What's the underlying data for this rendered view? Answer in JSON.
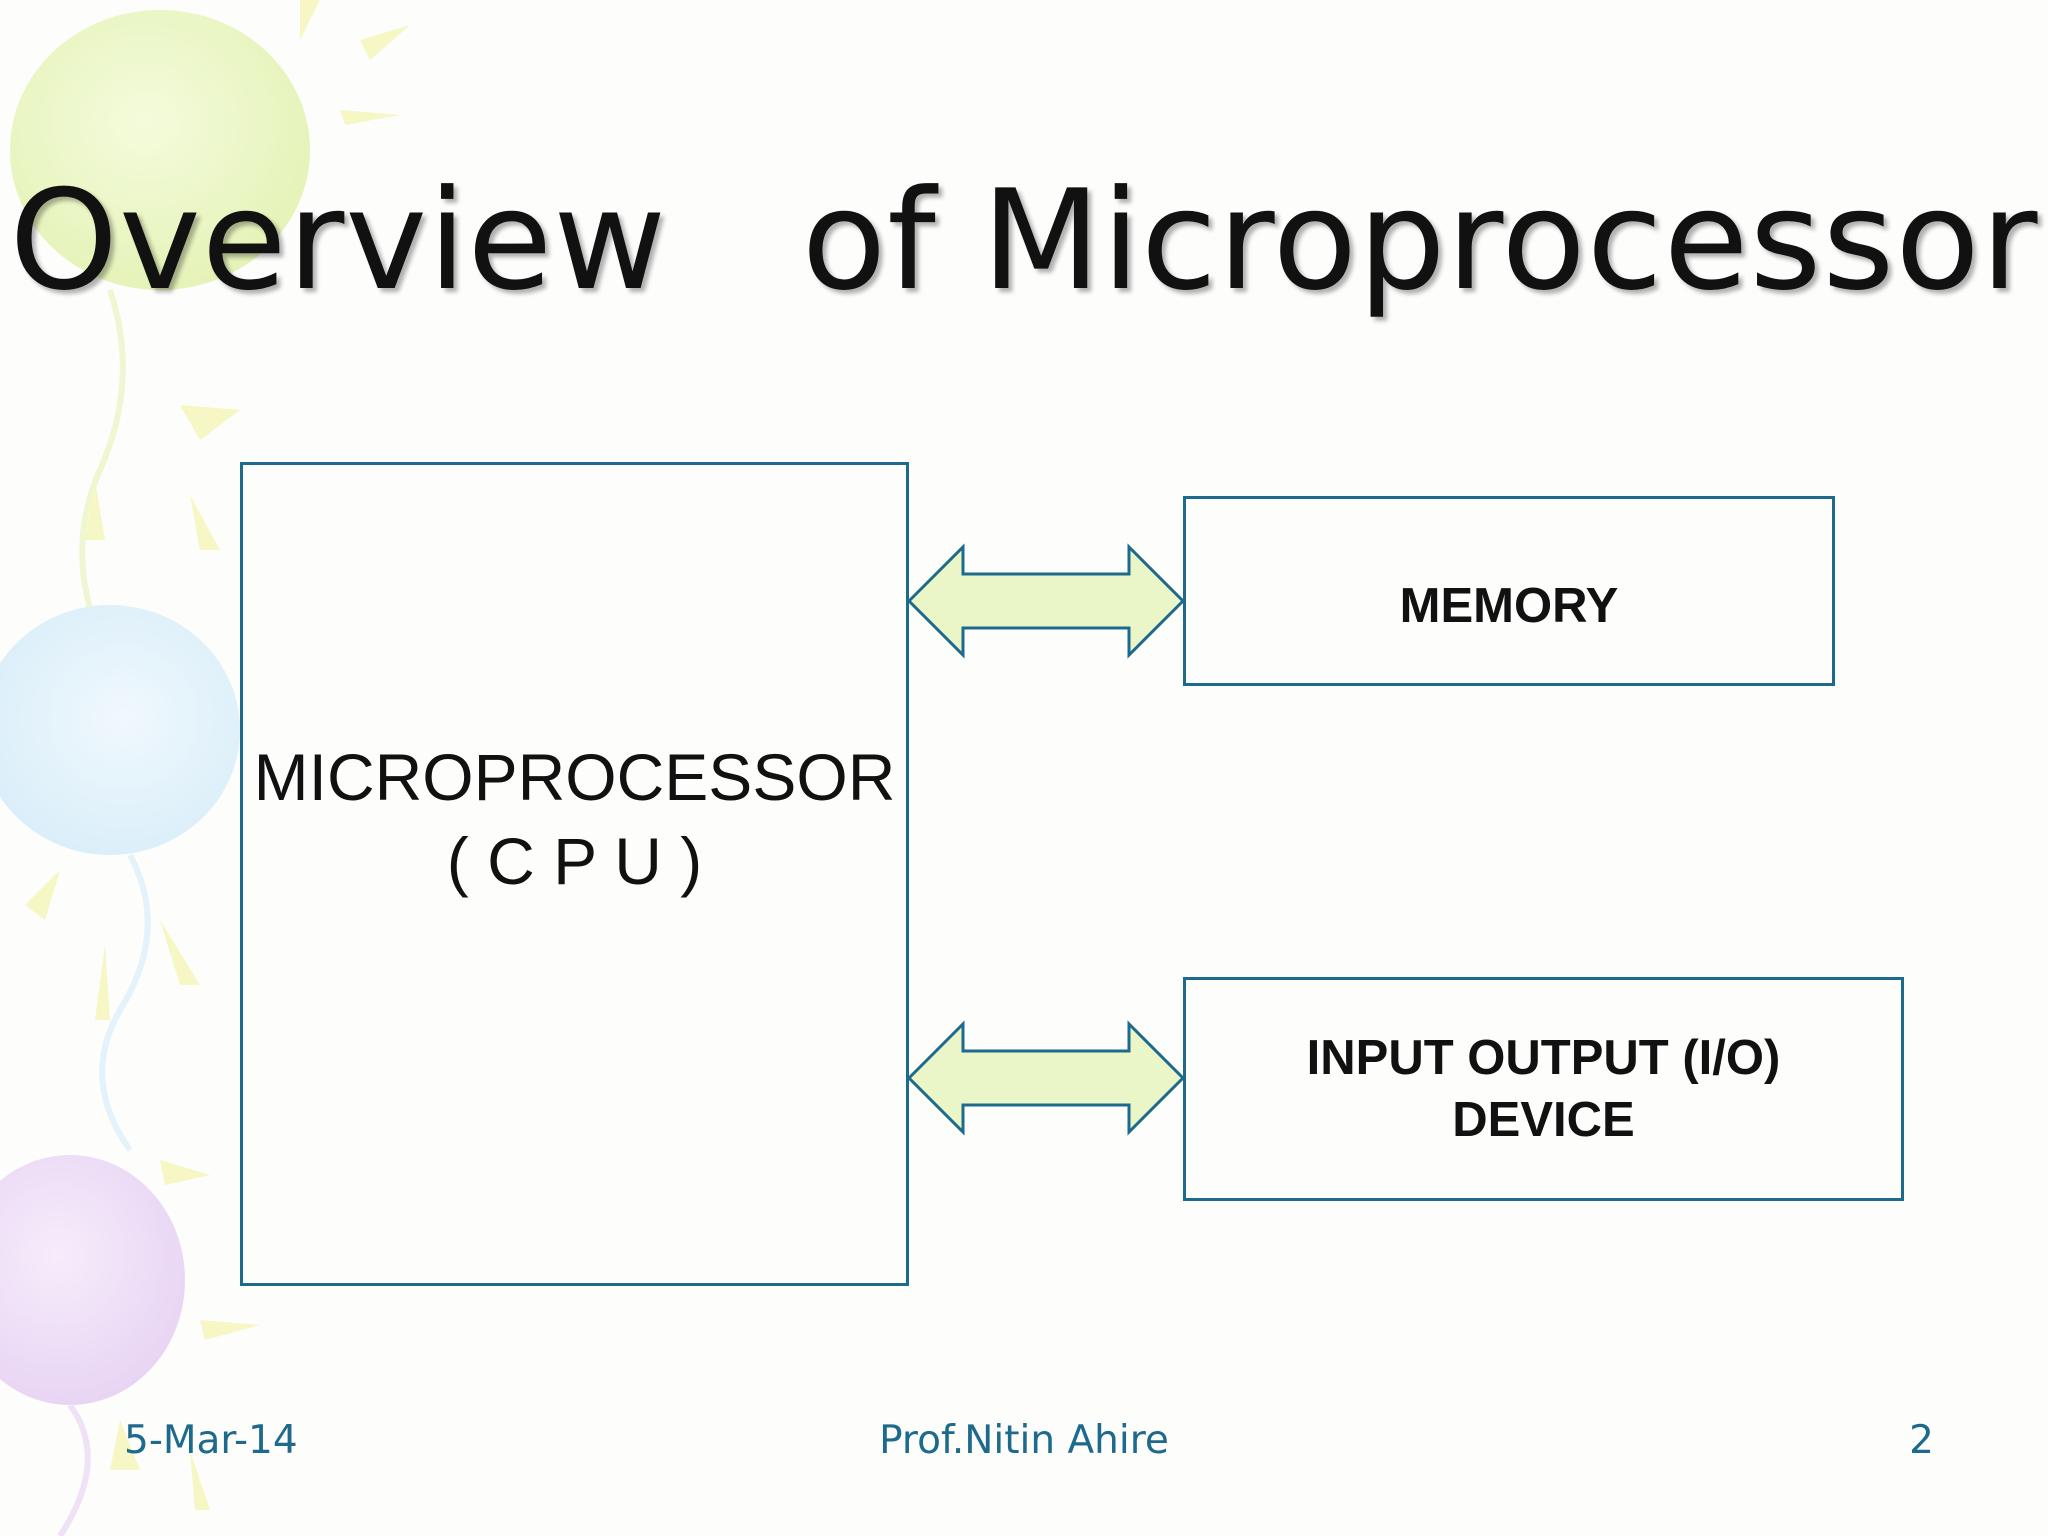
{
  "slide": {
    "title": "Overview   of Microprocessor"
  },
  "diagram": {
    "cpu": {
      "line1": "MICROPROCESSOR",
      "line2": "( C P U )"
    },
    "memory": {
      "label": "MEMORY"
    },
    "io": {
      "line1": "INPUT OUTPUT (I/O)",
      "line2": "DEVICE"
    },
    "colors": {
      "border": "#1d6a8c",
      "arrow_fill": "#eaf6c8",
      "text": "#111111"
    }
  },
  "footer": {
    "date": "5-Mar-14",
    "author": "Prof.Nitin Ahire",
    "page": "2"
  }
}
